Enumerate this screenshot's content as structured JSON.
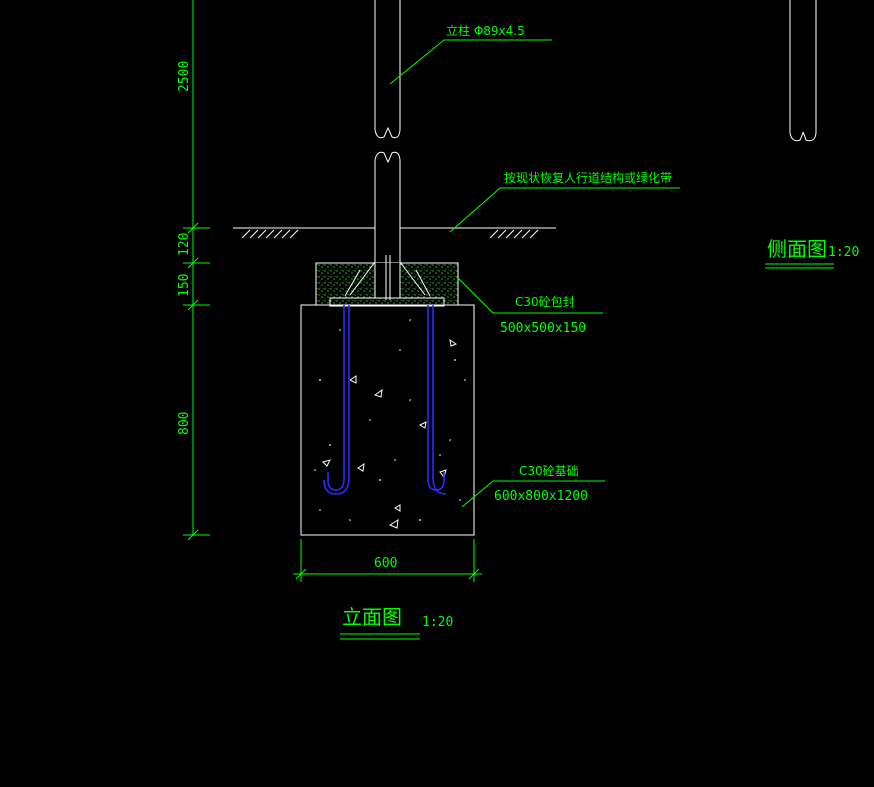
{
  "labels": {
    "post": "立柱 Φ89x4.5",
    "restore": "按现状恢复人行道结构或绿化带",
    "cap_name": "C30砼包封",
    "cap_size": "500x500x150",
    "base_name": "C30砼基础",
    "base_size": "600x800x1200"
  },
  "dimensions": {
    "post_height": "2500",
    "d120": "120",
    "d150": "150",
    "d800": "800",
    "width600": "600"
  },
  "titles": {
    "elevation": "立面图",
    "elevation_scale": "1:20",
    "side": "侧面图",
    "side_scale": "1:20"
  },
  "colors": {
    "background": "#000000",
    "annotation": "#00ff00",
    "geometry": "#ffffff",
    "rebar": "#2a2aff"
  }
}
